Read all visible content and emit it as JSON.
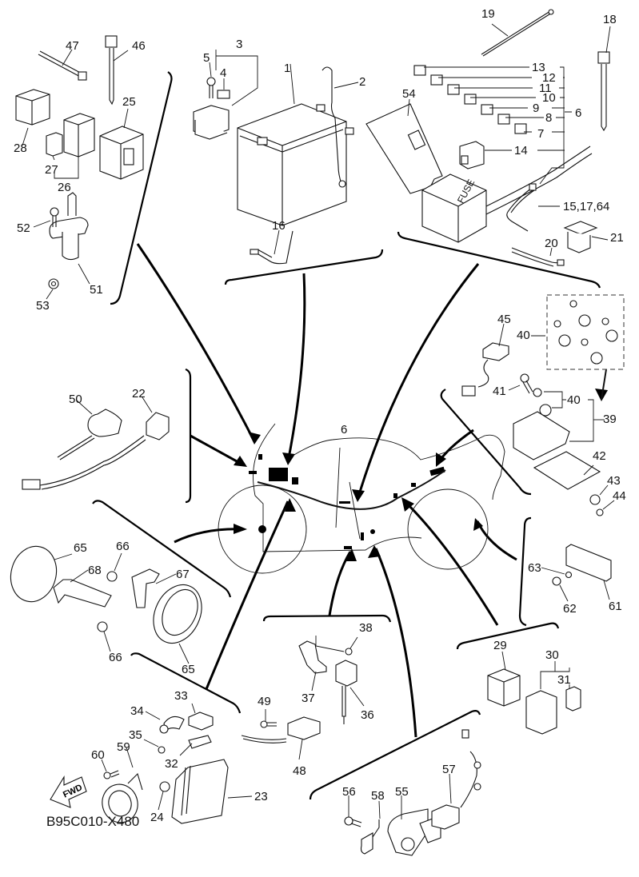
{
  "diagram": {
    "title": "Electrical parts exploded view",
    "drawing_code": "B95C010-X480",
    "direction_marker": "FWD",
    "fuse_box_text": "FUSE",
    "callouts": [
      {
        "id": "1",
        "label": "1"
      },
      {
        "id": "2",
        "label": "2"
      },
      {
        "id": "3",
        "label": "3"
      },
      {
        "id": "4",
        "label": "4"
      },
      {
        "id": "5",
        "label": "5"
      },
      {
        "id": "6a",
        "label": "6"
      },
      {
        "id": "6b",
        "label": "6"
      },
      {
        "id": "7",
        "label": "7"
      },
      {
        "id": "8",
        "label": "8"
      },
      {
        "id": "9",
        "label": "9"
      },
      {
        "id": "10",
        "label": "10"
      },
      {
        "id": "11",
        "label": "11"
      },
      {
        "id": "12",
        "label": "12"
      },
      {
        "id": "13",
        "label": "13"
      },
      {
        "id": "14",
        "label": "14"
      },
      {
        "id": "15",
        "label": "15,17,64"
      },
      {
        "id": "16",
        "label": "16"
      },
      {
        "id": "18",
        "label": "18"
      },
      {
        "id": "19",
        "label": "19"
      },
      {
        "id": "20",
        "label": "20"
      },
      {
        "id": "21",
        "label": "21"
      },
      {
        "id": "22",
        "label": "22"
      },
      {
        "id": "23",
        "label": "23"
      },
      {
        "id": "24",
        "label": "24"
      },
      {
        "id": "25",
        "label": "25"
      },
      {
        "id": "26",
        "label": "26"
      },
      {
        "id": "27",
        "label": "27"
      },
      {
        "id": "28",
        "label": "28"
      },
      {
        "id": "29",
        "label": "29"
      },
      {
        "id": "30",
        "label": "30"
      },
      {
        "id": "31",
        "label": "31"
      },
      {
        "id": "32",
        "label": "32"
      },
      {
        "id": "33",
        "label": "33"
      },
      {
        "id": "34",
        "label": "34"
      },
      {
        "id": "35",
        "label": "35"
      },
      {
        "id": "36",
        "label": "36"
      },
      {
        "id": "37",
        "label": "37"
      },
      {
        "id": "38",
        "label": "38"
      },
      {
        "id": "39",
        "label": "39"
      },
      {
        "id": "40a",
        "label": "40"
      },
      {
        "id": "40b",
        "label": "40"
      },
      {
        "id": "41",
        "label": "41"
      },
      {
        "id": "42",
        "label": "42"
      },
      {
        "id": "43",
        "label": "43"
      },
      {
        "id": "44",
        "label": "44"
      },
      {
        "id": "45",
        "label": "45"
      },
      {
        "id": "46",
        "label": "46"
      },
      {
        "id": "47",
        "label": "47"
      },
      {
        "id": "48",
        "label": "48"
      },
      {
        "id": "49",
        "label": "49"
      },
      {
        "id": "50",
        "label": "50"
      },
      {
        "id": "51",
        "label": "51"
      },
      {
        "id": "52",
        "label": "52"
      },
      {
        "id": "53",
        "label": "53"
      },
      {
        "id": "54",
        "label": "54"
      },
      {
        "id": "55",
        "label": "55"
      },
      {
        "id": "56",
        "label": "56"
      },
      {
        "id": "57",
        "label": "57"
      },
      {
        "id": "58",
        "label": "58"
      },
      {
        "id": "59",
        "label": "59"
      },
      {
        "id": "60",
        "label": "60"
      },
      {
        "id": "61",
        "label": "61"
      },
      {
        "id": "62",
        "label": "62"
      },
      {
        "id": "63",
        "label": "63"
      },
      {
        "id": "65a",
        "label": "65"
      },
      {
        "id": "65b",
        "label": "65"
      },
      {
        "id": "66a",
        "label": "66"
      },
      {
        "id": "66b",
        "label": "66"
      },
      {
        "id": "67",
        "label": "67"
      },
      {
        "id": "68",
        "label": "68"
      }
    ]
  }
}
